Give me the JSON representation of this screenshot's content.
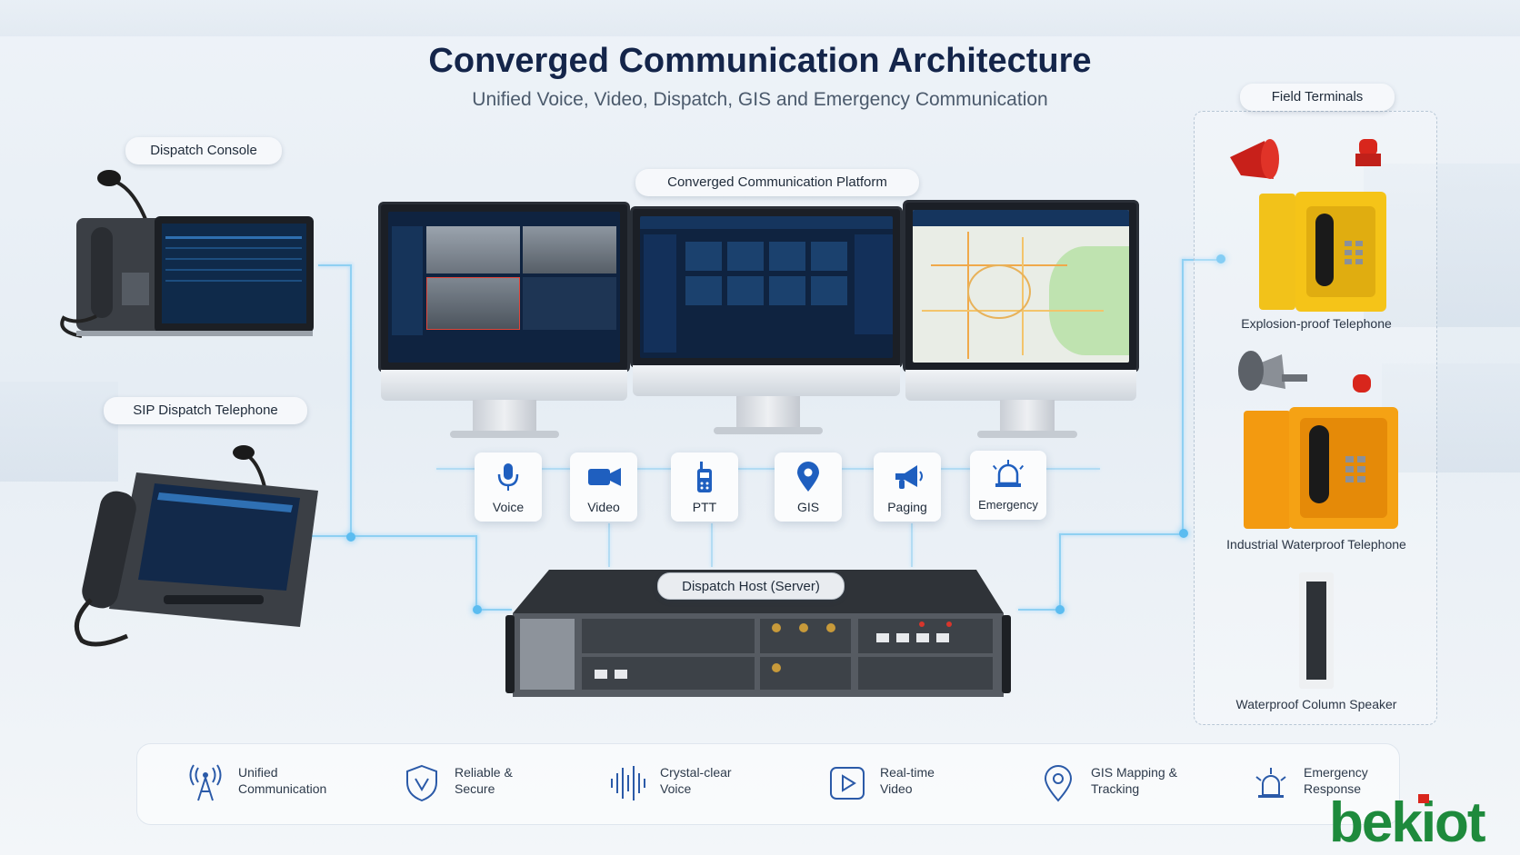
{
  "header": {
    "title": "Converged Communication Architecture",
    "subtitle": "Unified Voice, Video, Dispatch, GIS and Emergency Communication"
  },
  "labels": {
    "dispatch_console": "Dispatch Console",
    "sip_telephone": "SIP Dispatch Telephone",
    "platform": "Converged Communication Platform",
    "dispatch_host": "Dispatch Host (Server)",
    "field_terminals": "Field Terminals"
  },
  "field_terminals": [
    {
      "label": "Explosion-proof Telephone"
    },
    {
      "label": "Industrial Waterproof Telephone"
    },
    {
      "label": "Waterproof Column Speaker"
    }
  ],
  "functions": [
    {
      "label": "Voice",
      "icon": "microphone-icon"
    },
    {
      "label": "Video",
      "icon": "video-camera-icon"
    },
    {
      "label": "PTT",
      "icon": "walkie-talkie-icon"
    },
    {
      "label": "GIS",
      "icon": "map-pin-icon"
    },
    {
      "label": "Paging",
      "icon": "megaphone-icon"
    },
    {
      "label": "Emergency",
      "icon": "siren-icon"
    }
  ],
  "features": [
    {
      "line1": "Unified",
      "line2": "Communication",
      "icon": "antenna-icon"
    },
    {
      "line1": "Reliable &",
      "line2": "Secure",
      "icon": "shield-icon"
    },
    {
      "line1": "Crystal-clear",
      "line2": "Voice",
      "icon": "waveform-icon"
    },
    {
      "line1": "Real-time",
      "line2": "Video",
      "icon": "play-icon"
    },
    {
      "line1": "GIS Mapping &",
      "line2": "Tracking",
      "icon": "location-icon"
    },
    {
      "line1": "Emergency",
      "line2": "Response",
      "icon": "siren-icon"
    }
  ],
  "brand": {
    "logo_text": "bekiot",
    "color": "#1e8a3c",
    "accent": "#d9261c"
  },
  "colors": {
    "title": "#14254a",
    "accent_blue": "#1f5fbf",
    "connector": "#8fd0f2"
  }
}
